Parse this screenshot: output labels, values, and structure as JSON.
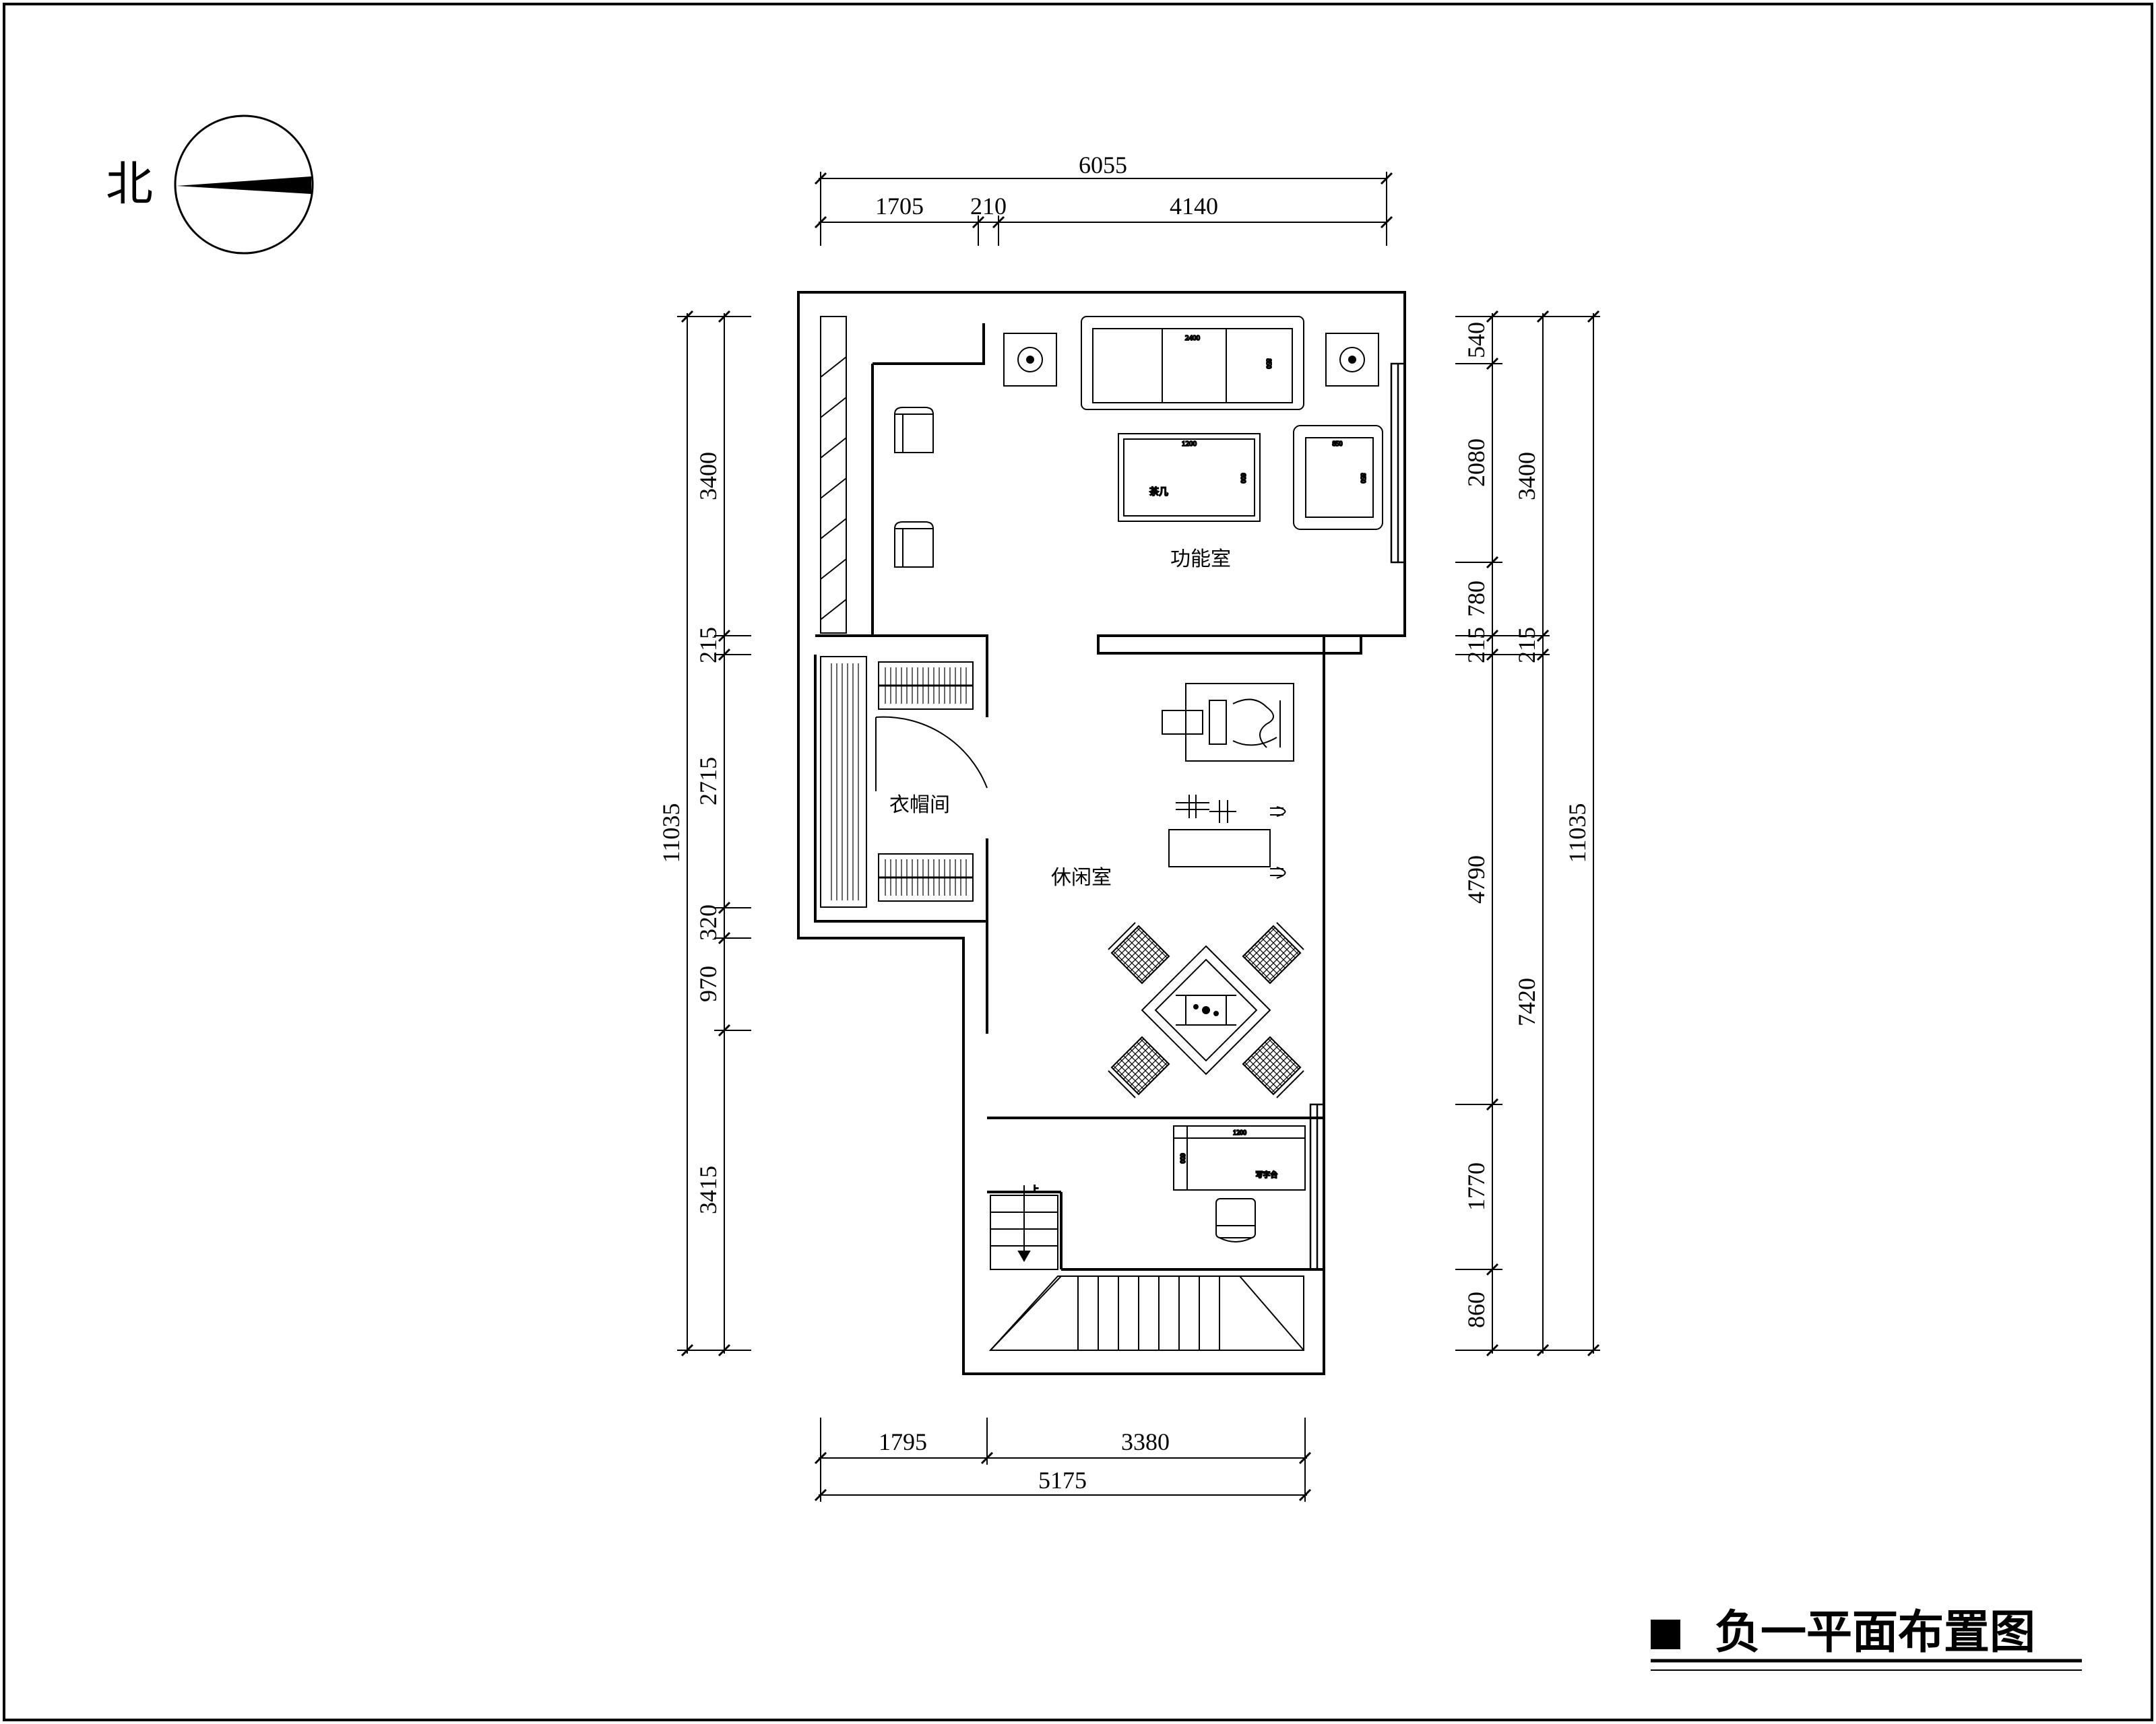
{
  "compass": {
    "label": "北"
  },
  "title": {
    "text": "负一平面布置图"
  },
  "rooms": {
    "function_room": "功能室",
    "leisure_room": "休闲室",
    "cloakroom": "衣帽间"
  },
  "furniture_labels": {
    "sofa_width": "2400",
    "sofa_side": "850",
    "coffee_table_length": "1200",
    "coffee_table_name": "茶几",
    "coffee_table_width": "600",
    "armchair_depth": "850",
    "armchair_width": "850",
    "desk_length": "1200",
    "desk_depth": "600",
    "desk_name": "写字台",
    "stair_marker": "上"
  },
  "dimensions": {
    "top_total": "6055",
    "top_seg_1": "1705",
    "top_seg_2": "210",
    "top_seg_3": "4140",
    "bottom_seg_1": "1795",
    "bottom_seg_2": "3380",
    "bottom_total": "5175",
    "left_outer": "11035",
    "left_1": "3400",
    "left_2": "215",
    "left_3": "2715",
    "left_4": "320",
    "left_5": "970",
    "left_6": "3415",
    "right_1": "540",
    "right_2": "2080",
    "right_3": "780",
    "right_4": "215",
    "right_5": "4790",
    "right_6": "1770",
    "right_7": "860",
    "right_b1": "3400",
    "right_b2": "215",
    "right_b3": "7420",
    "right_outer": "11035"
  }
}
